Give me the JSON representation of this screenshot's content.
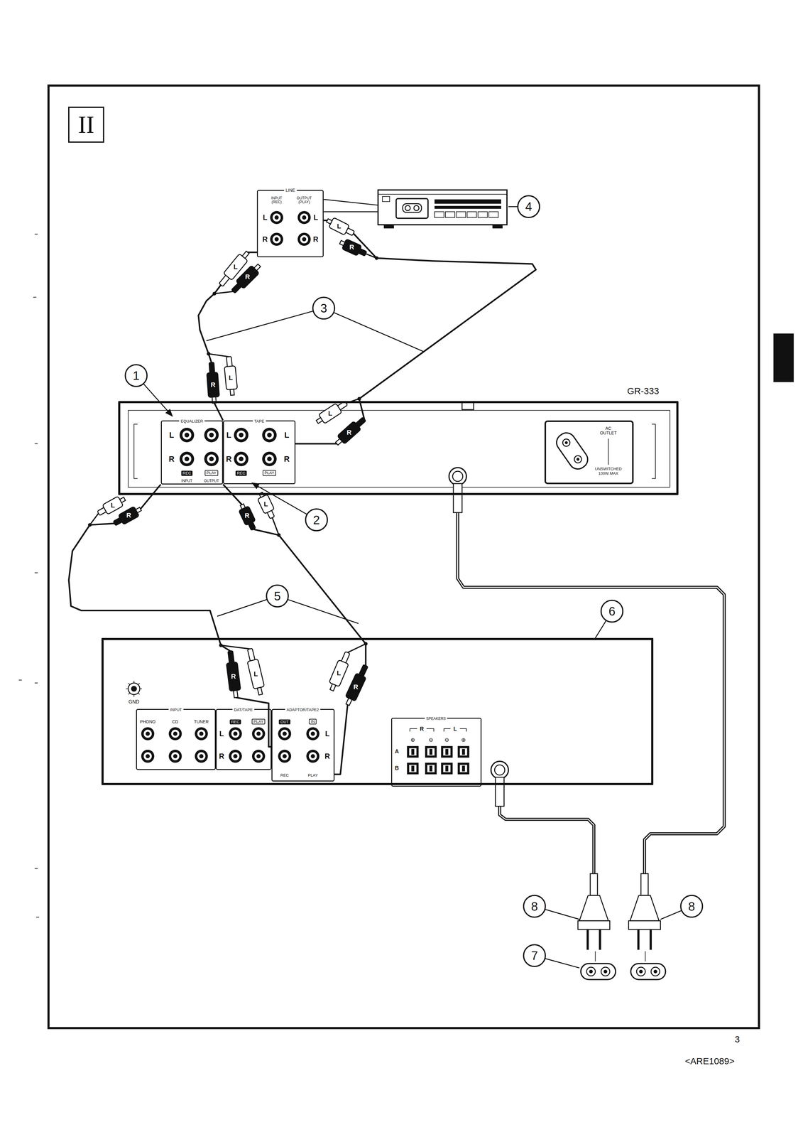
{
  "diagram": {
    "nodes": [
      {
        "text": [
          "LINE",
          "INPUT (REC)",
          "OUTPUT (PLAY)",
          "L",
          "R",
          "L",
          "R"
        ]
      },
      {
        "text": [
          "GR-333"
        ]
      },
      {
        "text": [
          "EQUALIZER",
          "L",
          "R",
          "REC",
          "INPUT",
          "PLAY",
          "OUTPUT"
        ],
        "in": 1
      },
      {
        "text": [
          "TAPE",
          "L",
          "R",
          "REC",
          "PLAY",
          "L",
          "R"
        ],
        "in": 1
      },
      {
        "text": [
          "AC OUTLET",
          "UNSWITCHED 100W MAX"
        ],
        "in": 1
      },
      {
        "text": [
          "GND"
        ]
      },
      {
        "text": [
          "INPUT",
          "PHONO",
          "CD",
          "TUNER"
        ],
        "in": 5
      },
      {
        "text": [
          "DAT/TAPE",
          "REC",
          "PLAY",
          "L",
          "R"
        ],
        "in": 5
      },
      {
        "text": [
          "ADAPTOR/TAPE2",
          "OUT",
          "IN",
          "L",
          "R",
          "REC",
          "PLAY"
        ],
        "in": 5
      },
      {
        "text": [
          "SPEAKERS",
          "R",
          "L",
          "⊕",
          "⊖",
          "⊖",
          "⊕",
          "A",
          "B"
        ],
        "in": 5
      }
    ],
    "edges": [
      {
        "from": 3,
        "to": 0,
        "arrow": "none"
      },
      {
        "from": 0,
        "to": 3,
        "arrow": "none"
      },
      {
        "from": 2,
        "to": 8,
        "arrow": "none"
      },
      {
        "from": 2,
        "to": 8,
        "arrow": "none"
      }
    ],
    "labels": [
      "II",
      "4",
      "3",
      "1",
      "2",
      "5",
      "6",
      "8",
      "8",
      "7",
      "3",
      "<ARE1089>",
      "L",
      "R",
      "L",
      "R",
      "R",
      "L",
      "L",
      "R",
      "L",
      "R",
      "R",
      "L",
      "R",
      "L",
      "L",
      "R"
    ]
  }
}
